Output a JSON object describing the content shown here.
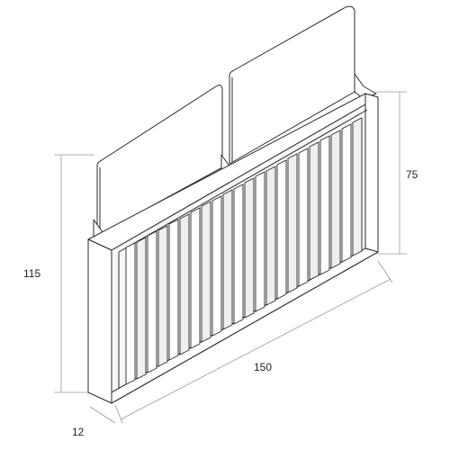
{
  "dimensions": {
    "height_total": "115",
    "height_box": "75",
    "width": "150",
    "depth": "12"
  },
  "colors": {
    "line": "#2b2b2b",
    "dimension": "#9a9a9a",
    "fill": "#ffffff",
    "slat_shade": "#efefef"
  }
}
